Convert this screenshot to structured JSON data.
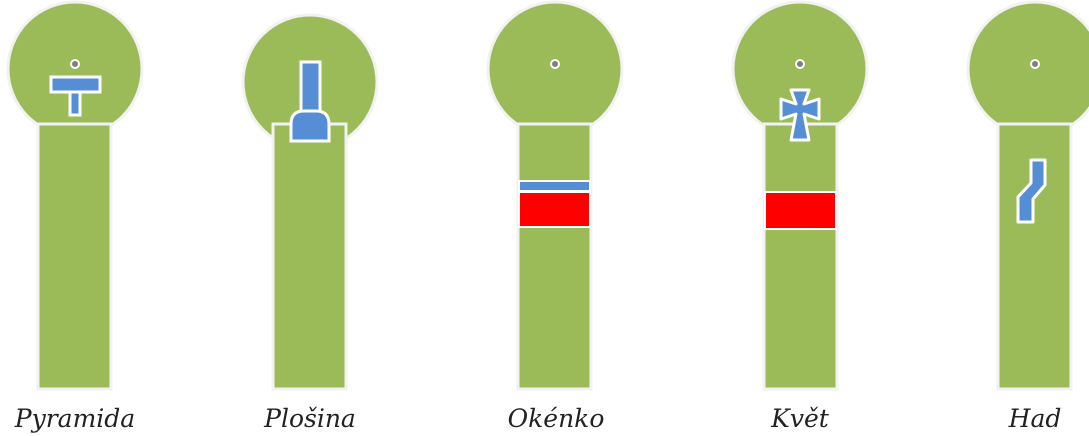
{
  "colors": {
    "shape_fill": "#9bbb59",
    "outline": "#f2f2f2",
    "obstacle_blue": "#558ed5",
    "marker_red": "#ff0000",
    "pin": "#7f7f7f"
  },
  "figures": [
    {
      "caption": "Pyramida",
      "obstacle": "t-shape"
    },
    {
      "caption": "Plošina",
      "obstacle": "tall-arch"
    },
    {
      "caption": "Okénko",
      "obstacle": "blue-bar-with-red-band"
    },
    {
      "caption": "Květ",
      "obstacle": "cross-with-red-band"
    },
    {
      "caption": "Had",
      "obstacle": "zigzag"
    }
  ]
}
